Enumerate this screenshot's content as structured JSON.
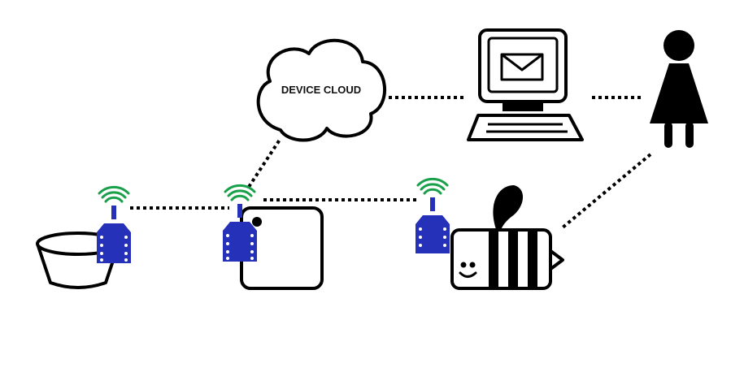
{
  "diagram": {
    "cloud_label": "DEVICE CLOUD",
    "colors": {
      "stroke": "#000000",
      "radio_module": "#2531b8",
      "wifi_signal": "#19a04a",
      "background": "#ffffff"
    },
    "nodes": [
      {
        "id": "bowl",
        "icon": "bowl-icon"
      },
      {
        "id": "gateway",
        "icon": "gateway-box-icon"
      },
      {
        "id": "bee",
        "icon": "bee-icon"
      },
      {
        "id": "cloud",
        "icon": "cloud-icon"
      },
      {
        "id": "computer",
        "icon": "computer-mail-icon"
      },
      {
        "id": "person",
        "icon": "person-icon"
      }
    ],
    "links": [
      [
        "bowl",
        "gateway"
      ],
      [
        "gateway",
        "bee"
      ],
      [
        "gateway",
        "cloud"
      ],
      [
        "cloud",
        "computer"
      ],
      [
        "computer",
        "person"
      ],
      [
        "person",
        "bee"
      ]
    ]
  }
}
